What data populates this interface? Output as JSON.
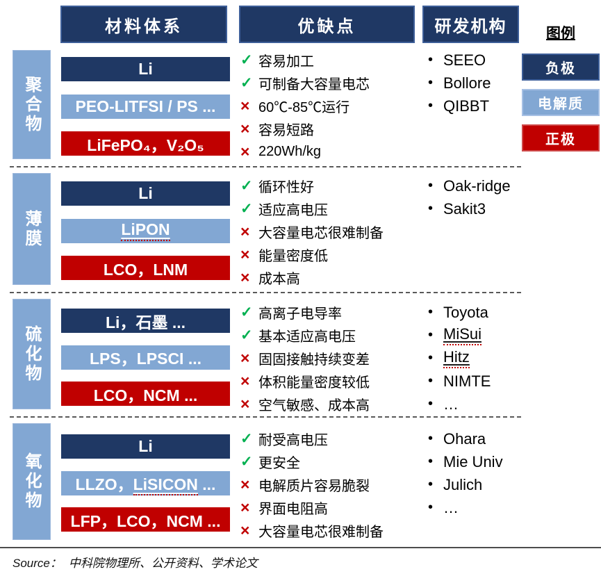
{
  "header": {
    "material_label": "材料体系",
    "pros_cons_label": "优缺点",
    "institutions_label": "研发机构"
  },
  "legend": {
    "title": "图例",
    "items": [
      {
        "label": "负极",
        "color": "#1F3864"
      },
      {
        "label": "电解质",
        "color": "#82A7D3"
      },
      {
        "label": "正极",
        "color": "#C00000"
      }
    ]
  },
  "icons": {
    "check": "✓",
    "cross": "×",
    "bullet": "•"
  },
  "colors": {
    "anode": "#1F3864",
    "electrolyte": "#82A7D3",
    "cathode": "#C00000",
    "pro_check": "#00B050",
    "con_cross": "#C00000",
    "dashed_separator": "#595959"
  },
  "sections": [
    {
      "category": "聚合物",
      "bars": [
        {
          "role": "anode",
          "label": "Li"
        },
        {
          "role": "electrolyte",
          "label": "PEO-LITFSI / PS ..."
        },
        {
          "role": "cathode",
          "label": "LiFePO₄，V₂O₅"
        }
      ],
      "points": [
        {
          "type": "pro",
          "text": "容易加工"
        },
        {
          "type": "pro",
          "text": "可制备大容量电芯"
        },
        {
          "type": "con",
          "text": "60℃-85℃运行"
        },
        {
          "type": "con",
          "text": "容易短路"
        },
        {
          "type": "con",
          "text": "220Wh/kg"
        }
      ],
      "institutions": [
        "SEEO",
        "Bollore",
        "QIBBT"
      ]
    },
    {
      "category": "薄膜",
      "bars": [
        {
          "role": "anode",
          "label": "Li"
        },
        {
          "role": "electrolyte",
          "label": "LiPON"
        },
        {
          "role": "cathode",
          "label": "LCO，LNM"
        }
      ],
      "points": [
        {
          "type": "pro",
          "text": "循环性好"
        },
        {
          "type": "pro",
          "text": "适应高电压"
        },
        {
          "type": "con",
          "text": "大容量电芯很难制备"
        },
        {
          "type": "con",
          "text": "能量密度低"
        },
        {
          "type": "con",
          "text": "成本高"
        }
      ],
      "institutions": [
        "Oak-ridge",
        "Sakit3"
      ]
    },
    {
      "category": "硫化物",
      "bars": [
        {
          "role": "anode",
          "label": "Li，石墨 ..."
        },
        {
          "role": "electrolyte",
          "label": "LPS，LPSCI ..."
        },
        {
          "role": "cathode",
          "label": "LCO，NCM ..."
        }
      ],
      "points": [
        {
          "type": "pro",
          "text": "高离子电导率"
        },
        {
          "type": "pro",
          "text": "基本适应高电压"
        },
        {
          "type": "con",
          "text": "固固接触持续变差"
        },
        {
          "type": "con",
          "text": "体积能量密度较低"
        },
        {
          "type": "con",
          "text": "空气敏感、成本高"
        }
      ],
      "institutions": [
        "Toyota",
        "MiSui",
        "Hitz",
        "NIMTE",
        "…"
      ]
    },
    {
      "category": "氧化物",
      "bars": [
        {
          "role": "anode",
          "label": "Li"
        },
        {
          "role": "electrolyte",
          "label_prefix": "LLZO，",
          "label_word": "LiSICON",
          "label_suffix": " ..."
        },
        {
          "role": "cathode",
          "label": "LFP，LCO，NCM ..."
        }
      ],
      "points": [
        {
          "type": "pro",
          "text": "耐受高电压"
        },
        {
          "type": "pro",
          "text": "更安全"
        },
        {
          "type": "con",
          "text": "电解质片容易脆裂"
        },
        {
          "type": "con",
          "text": "界面电阻高"
        },
        {
          "type": "con",
          "text": "大容量电芯很难制备"
        }
      ],
      "institutions": [
        "Ohara",
        "Mie Univ",
        "Julich",
        "…"
      ]
    }
  ],
  "source": {
    "prefix": "Source：",
    "text": "中科院物理所、公开资料、学术论文"
  }
}
